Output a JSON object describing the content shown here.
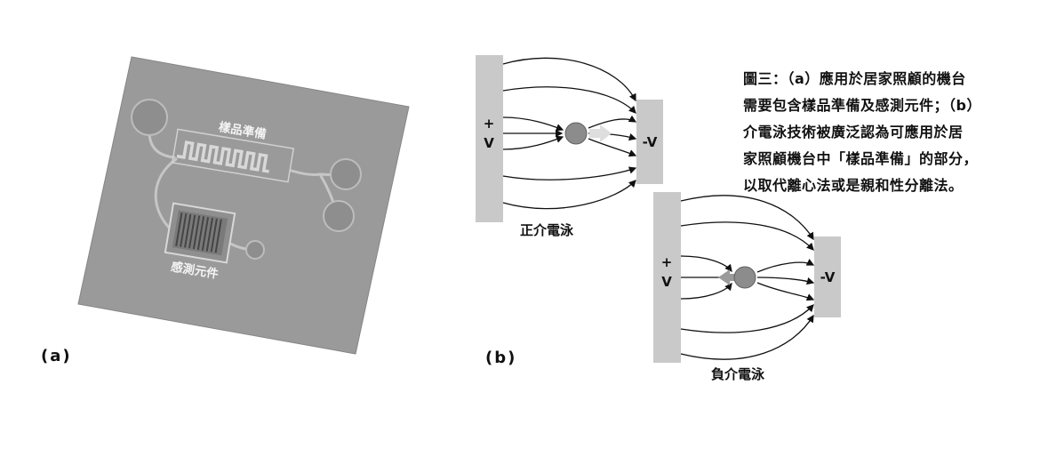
{
  "figure": {
    "panel_a": {
      "label": "(a)",
      "chip": {
        "sample_prep_label": "樣品準備",
        "sensor_label": "感測元件"
      }
    },
    "panel_b": {
      "label": "(b)",
      "positive_dep": {
        "left_electrode_sign": "+",
        "left_electrode_letter": "V",
        "right_electrode_label": "-V",
        "caption": "正介電泳"
      },
      "negative_dep": {
        "left_electrode_sign": "+",
        "left_electrode_letter": "V",
        "right_electrode_label": "-V",
        "caption": "負介電泳"
      }
    },
    "caption": {
      "lines": [
        "圖三：（a）應用於居家照顧的機台",
        "需要包含樣品準備及感測元件；（b）",
        "介電泳技術被廣泛認為可應用於居",
        "家照顧機台中「樣品準備」的部分，",
        "以取代離心法或是親和性分離法。"
      ]
    },
    "colors": {
      "chip_body": "#9a9a9a",
      "electrode": "#c9c9c9",
      "particle": "#8c8c8c",
      "text_color": "#111111"
    }
  }
}
